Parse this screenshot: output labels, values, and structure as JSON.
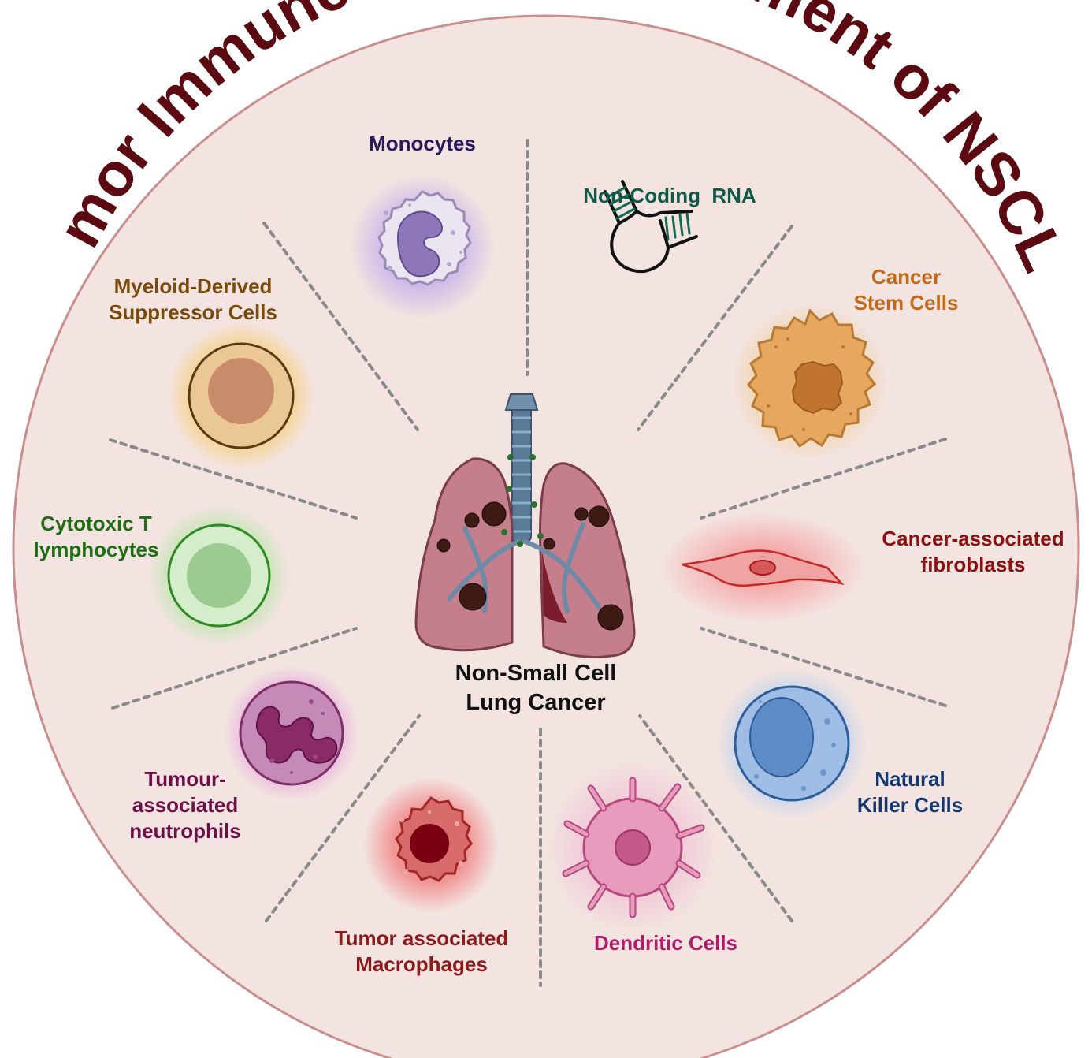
{
  "title": "Tumor Immune Microenvironment of NSCLC",
  "center": {
    "line1": "Non-Small Cell",
    "line2": "Lung Cancer"
  },
  "labels": {
    "monocytes": {
      "line1": "Monocytes",
      "color": "#2b1a5c"
    },
    "ncrna": {
      "line1": "Non-Coding  RNA",
      "color": "#0d5a4a"
    },
    "csc": {
      "line1": "Cancer",
      "line2": "Stem Cells",
      "color": "#c06a1a"
    },
    "caf": {
      "line1": "Cancer-associated",
      "line2": "fibroblasts",
      "color": "#8b1010"
    },
    "nk": {
      "line1": "Natural",
      "line2": "Killer Cells",
      "color": "#15396e"
    },
    "dc": {
      "line1": "Dendritic Cells",
      "color": "#b01e6a"
    },
    "tam": {
      "line1": "Tumor associated",
      "line2": "Macrophages",
      "color": "#8b1a1a"
    },
    "tan": {
      "line1": "Tumour-",
      "line2": "associated",
      "line3": "neutrophils",
      "color": "#6e1048"
    },
    "ctl": {
      "line1": "Cytotoxic T",
      "line2": "lymphocytes",
      "color": "#1d6e12"
    },
    "mdsc": {
      "line1": "Myeloid-Derived",
      "line2": "Suppressor Cells",
      "color": "#7a4a0a"
    }
  },
  "colors": {
    "title": "#5a0a10",
    "circle_fill": "#f3e4e1",
    "circle_stroke": "#c98f8f",
    "divider": "#8a8a8a"
  },
  "icons": [
    "monocyte-icon",
    "rna-hairpin-icon",
    "cancer-stem-cell-icon",
    "fibroblast-icon",
    "nk-cell-icon",
    "dendritic-cell-icon",
    "macrophage-icon",
    "neutrophil-icon",
    "t-cell-icon",
    "mdsc-icon",
    "lungs-icon"
  ]
}
